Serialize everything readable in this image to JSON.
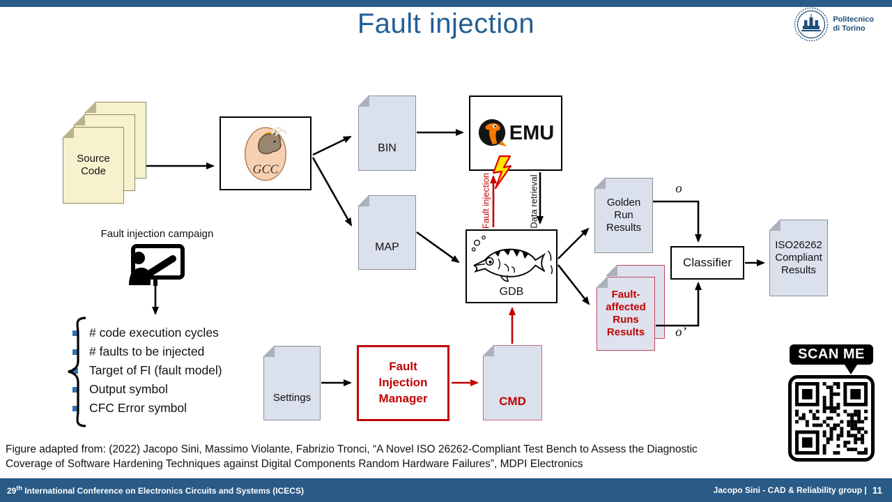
{
  "slide": {
    "title": "Fault injection",
    "logo": {
      "name_line1": "Politecnico",
      "name_line2": "di Torino"
    }
  },
  "diagram": {
    "source_code_label": "Source Code",
    "gcc_label": "GCC",
    "bin_label": "BIN",
    "map_label": "MAP",
    "qemu_label": "EMU",
    "gdb_label": "GDB",
    "fault_injection_arrow_label": "Fault injection",
    "data_retrieval_arrow_label": "Data retrieval",
    "golden_label": "Golden Run Results",
    "classifier_label": "Classifier",
    "iso_label": "ISO26262 Compliant Results",
    "fault_affected_label": "Fault-affected Runs Results",
    "o_label": "o",
    "o_prime_label": "o’",
    "settings_label": "Settings",
    "fim_label": "Fault Injection Manager",
    "cmd_label": "CMD",
    "campaign": {
      "label": "Fault injection campaign",
      "bullets": [
        "# code execution cycles",
        "# faults to be injected",
        "Target of FI (fault model)",
        "Output symbol",
        "CFC Error symbol"
      ]
    }
  },
  "qr": {
    "scan_me": "SCAN ME"
  },
  "caption": {
    "line1": "Figure adapted from: (2022) Jacopo Sini, Massimo Violante, Fabrizio Tronci, “A Novel ISO 26262-Compliant Test Bench to Assess the Diagnostic",
    "line2": "Coverage of Software Hardening Techniques against Digital Components Random Hardware Failures”, MDPI Electronics"
  },
  "footer": {
    "conference_number": "29",
    "conference_sup": "th",
    "conference_rest": " International Conference on Electronics Circuits and Systems (ICECS)",
    "credit": "Jacopo Sini - CAD & Reliability group |",
    "page": "11"
  },
  "colors": {
    "bar_blue": "#2a5a86",
    "title_blue": "#235e93",
    "doc_blue_fill": "#dae0ec",
    "doc_yellow_fill": "#f7f2cd",
    "accent_red": "#c00000",
    "bullet_blue": "#2e75b6"
  }
}
